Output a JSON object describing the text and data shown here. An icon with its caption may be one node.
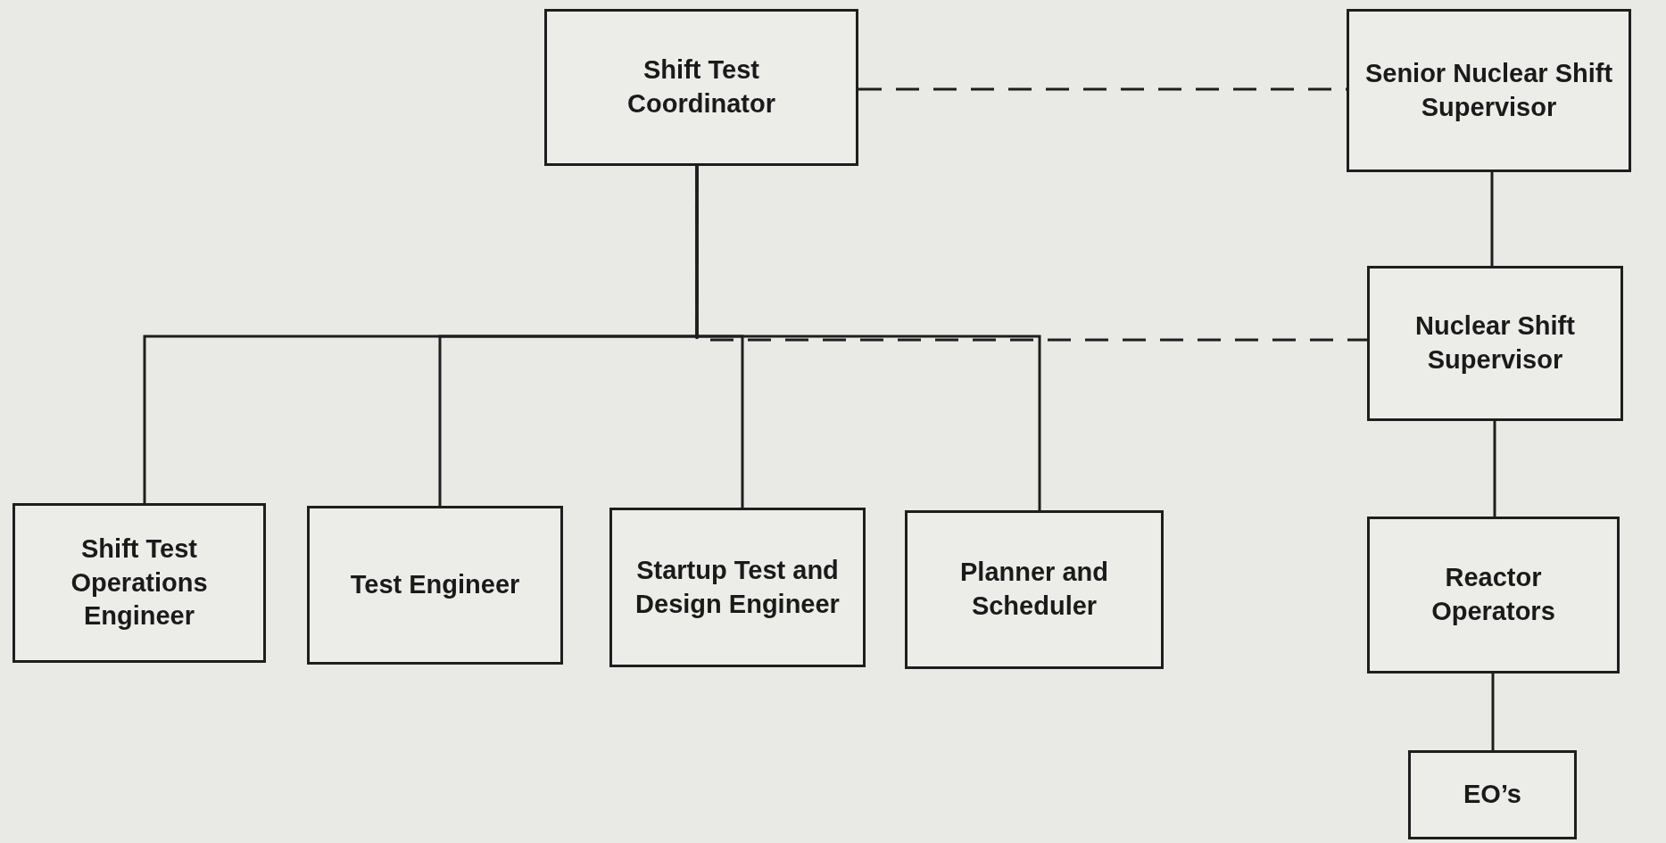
{
  "diagram": {
    "nodes": [
      {
        "text": [
          "Shift Test Coordinator"
        ]
      },
      {
        "text": [
          "Senior Nuclear Shift Supervisor"
        ]
      },
      {
        "text": [
          "Nuclear Shift Supervisor"
        ]
      },
      {
        "text": [
          "Shift Test Operations Engineer"
        ]
      },
      {
        "text": [
          "Test Engineer"
        ]
      },
      {
        "text": [
          "Startup Test and Design Engineer"
        ]
      },
      {
        "text": [
          "Planner and Scheduler"
        ]
      },
      {
        "text": [
          "Reactor Operators"
        ]
      },
      {
        "text": [
          "EO’s"
        ]
      }
    ],
    "edges": [
      {
        "from": 0,
        "to": 1,
        "arrow": "none",
        "style": "dashed"
      },
      {
        "from": 0,
        "to": 3,
        "arrow": "none"
      },
      {
        "from": 0,
        "to": 4,
        "arrow": "none"
      },
      {
        "from": 0,
        "to": 5,
        "arrow": "none"
      },
      {
        "from": 0,
        "to": 6,
        "arrow": "none"
      },
      {
        "from": 0,
        "to": 2,
        "arrow": "none",
        "style": "dashed"
      },
      {
        "from": 1,
        "to": 2,
        "arrow": "none"
      },
      {
        "from": 2,
        "to": 7,
        "arrow": "none"
      },
      {
        "from": 7,
        "to": 8,
        "arrow": "none"
      }
    ]
  }
}
